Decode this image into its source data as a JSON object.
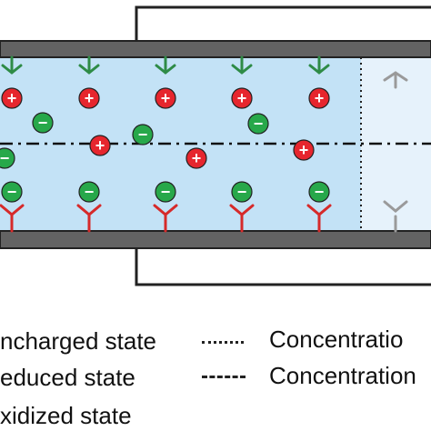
{
  "legend": {
    "items": [
      {
        "label": "ncharged state"
      },
      {
        "label": "educed state"
      },
      {
        "label": "xidized state"
      }
    ],
    "line_items": [
      {
        "label": "Concentratio",
        "style": "dotted"
      },
      {
        "label": "Concentration",
        "style": "dashed"
      }
    ]
  },
  "markers": {
    "positive_symbol": "+",
    "negative_symbol": "−"
  },
  "colors": {
    "channel_fill": "#c3e2f6",
    "channel_fill_light": "#e6f2fb",
    "wall": "#636363",
    "positive_ion": "#e6262e",
    "negative_ion": "#27a84a",
    "receptor_green": "#2e8b46",
    "receptor_red": "#d62a2a",
    "receptor_gray": "#9a9a9a",
    "outline": "#222222"
  }
}
